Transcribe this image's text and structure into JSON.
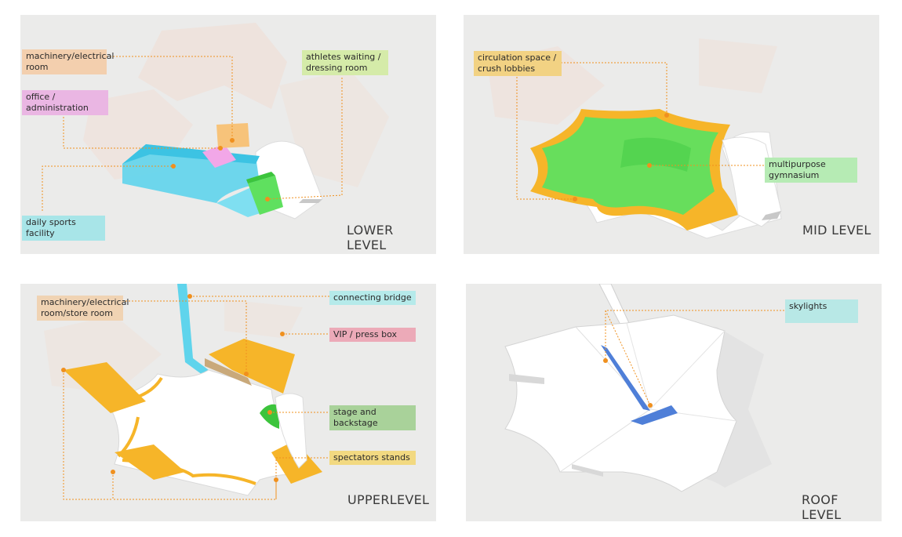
{
  "panels": [
    {
      "level": "LOWER LEVEL",
      "labels": [
        {
          "text": "machinery/electrical room",
          "color": "#f3cfae"
        },
        {
          "text": "office / administration",
          "color": "#eab6e3"
        },
        {
          "text": "athletes waiting / dressing room",
          "color": "#d5eba9"
        },
        {
          "text": "daily sports facility",
          "color": "#a8e5e8"
        }
      ]
    },
    {
      "level": "MID LEVEL",
      "labels": [
        {
          "text": "circulation space / crush lobbies",
          "color": "#f2d283"
        },
        {
          "text": "multipurpose gymnasium",
          "color": "#b6ebb4"
        }
      ]
    },
    {
      "level": "UPPERLEVEL",
      "labels": [
        {
          "text": "machinery/electrical room/store room",
          "color": "#f0d3b3"
        },
        {
          "text": "connecting bridge",
          "color": "#b5eaea"
        },
        {
          "text": "VIP / press box",
          "color": "#ecaab8"
        },
        {
          "text": "stage and backstage",
          "color": "#a9d29a"
        },
        {
          "text": "spectators stands",
          "color": "#f2d981"
        }
      ]
    },
    {
      "level": "ROOF LEVEL",
      "labels": [
        {
          "text": "skylights",
          "color": "#b8e8e6"
        }
      ]
    }
  ],
  "colors": {
    "leader": "#f0901e",
    "panel_bg": "#ebebea",
    "gym_green": "#5fe05f",
    "circulation_orange": "#f6b529",
    "sports_blue": "#58d3ec",
    "skylight_blue": "#4f7fd8"
  }
}
